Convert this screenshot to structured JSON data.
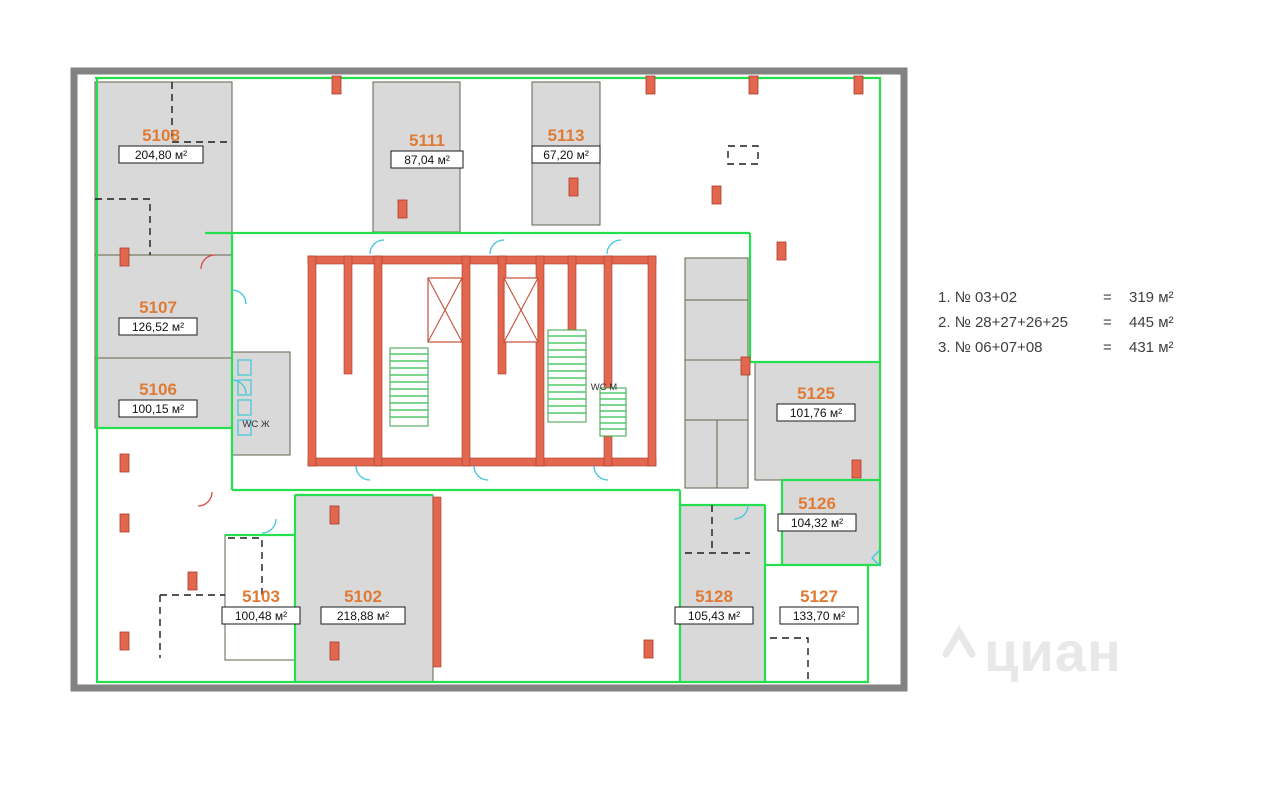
{
  "plan": {
    "units": [
      {
        "id": "5108",
        "area": "204,80 м²"
      },
      {
        "id": "5111",
        "area": "87,04 м²"
      },
      {
        "id": "5113",
        "area": "67,20 м²"
      },
      {
        "id": "5107",
        "area": "126,52 м²"
      },
      {
        "id": "5106",
        "area": "100,15 м²"
      },
      {
        "id": "5103",
        "area": "100,48 м²"
      },
      {
        "id": "5102",
        "area": "218,88 м²"
      },
      {
        "id": "5125",
        "area": "101,76 м²"
      },
      {
        "id": "5126",
        "area": "104,32 м²"
      },
      {
        "id": "5128",
        "area": "105,43 м²"
      },
      {
        "id": "5127",
        "area": "133,70 м²"
      }
    ],
    "wc_female": "WC Ж",
    "wc_male": "WC М"
  },
  "legend": {
    "items": [
      {
        "num": "1.",
        "label": "№ 03+02",
        "eq": "=",
        "value": "319 м²"
      },
      {
        "num": "2.",
        "label": "№ 28+27+26+25",
        "eq": "=",
        "value": "445 м²"
      },
      {
        "num": "3.",
        "label": "№ 06+07+08",
        "eq": "=",
        "value": "431 м²"
      }
    ]
  },
  "watermark": "циан",
  "colors": {
    "unit_label": "#e07b35",
    "perimeter_green": "#25df4e",
    "wall_orange": "#e2674e",
    "room_gray": "#d9d9d9",
    "frame_gray": "#828282"
  }
}
